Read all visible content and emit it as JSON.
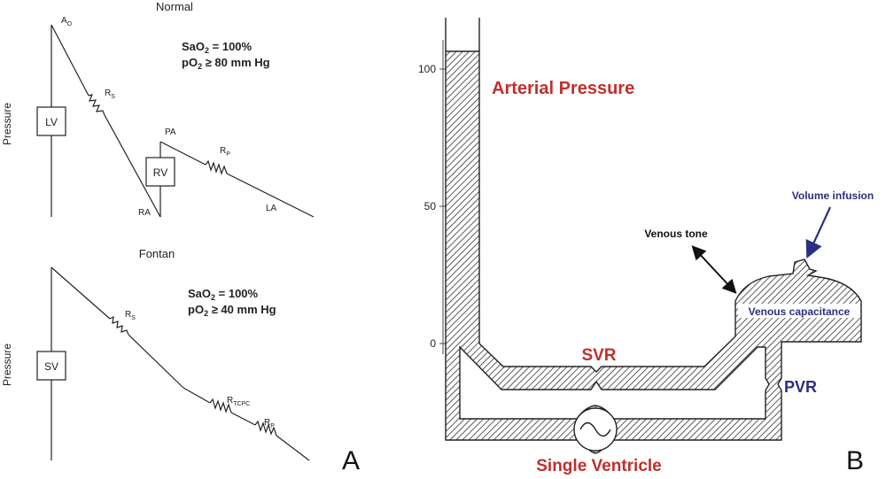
{
  "panel_a": {
    "normal": {
      "title": "Normal",
      "y_axis_label": "Pressure",
      "sao2": "SaO",
      "sao2_sub": "2",
      "sao2_val": " = 100%",
      "po2": "pO",
      "po2_sub": "2",
      "po2_val": " ≥ 80 mm Hg",
      "ao_main": "A",
      "ao_sub": "O",
      "rs_main": "R",
      "rs_sub": "S",
      "lv": "LV",
      "pa": "PA",
      "rv": "RV",
      "rp_main": "R",
      "rp_sub": "P",
      "ra": "RA",
      "la": "LA"
    },
    "fontan": {
      "title": "Fontan",
      "y_axis_label": "Pressure",
      "sao2": "SaO",
      "sao2_sub": "2",
      "sao2_val": " = 100%",
      "po2": "pO",
      "po2_sub": "2",
      "po2_val": " ≥ 40 mm Hg",
      "rs_main": "R",
      "rs_sub": "S",
      "sv": "SV",
      "rtcpc_main": "R",
      "rtcpc_sub": "TCPC",
      "rp_main": "R",
      "rp_sub": "P"
    },
    "panel_letter": "A"
  },
  "panel_b": {
    "y_ticks": [
      "100",
      "50",
      "0"
    ],
    "arterial_pressure": "Arterial Pressure",
    "svr": "SVR",
    "pvr": "PVR",
    "single_ventricle": "Single Ventricle",
    "venous_tone": "Venous tone",
    "volume_infusion": "Volume infusion",
    "venous_capacitance": "Venous capacitance",
    "panel_letter": "B"
  },
  "colors": {
    "red_label": "#c0302b",
    "navy_label": "#2b2f80"
  }
}
